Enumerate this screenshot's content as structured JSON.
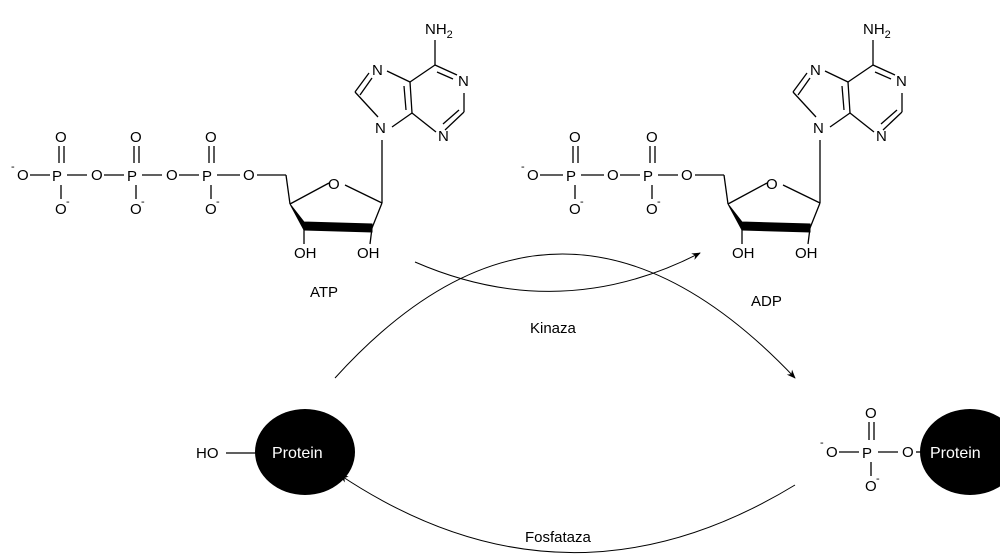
{
  "molecules": {
    "atp": {
      "label": "ATP",
      "amine": {
        "main": "NH",
        "sub": "2"
      },
      "ring_n": "N",
      "oh1": "OH",
      "oh2": "OH",
      "ring_o": "O",
      "phosphorus": "P",
      "oxygen": "O",
      "charge": "-"
    },
    "adp": {
      "label": "ADP",
      "amine": {
        "main": "NH",
        "sub": "2"
      },
      "ring_n": "N",
      "oh1": "OH",
      "oh2": "OH",
      "ring_o": "O",
      "phosphorus": "P",
      "oxygen": "O",
      "charge": "-"
    }
  },
  "enzymes": {
    "kinase": "Kinaza",
    "phosphatase": "Fosfataza"
  },
  "proteins": {
    "left": {
      "label": "Protein",
      "group": "HO"
    },
    "right": {
      "label": "Protein",
      "phosphorus": "P",
      "oxygen": "O",
      "charge": "-"
    }
  },
  "colors": {
    "protein_fill": "#000000",
    "protein_text": "#ffffff"
  }
}
